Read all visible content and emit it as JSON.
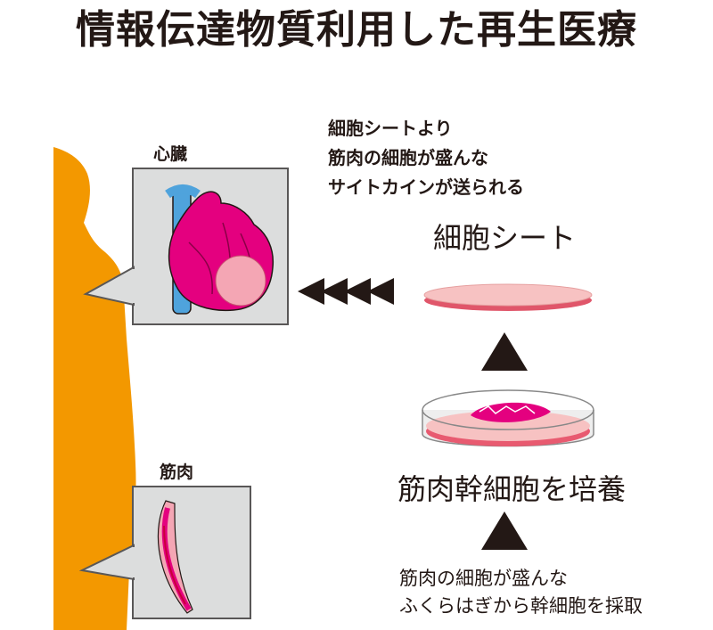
{
  "title": "情報伝達物質利用した再生医療",
  "heart_box": {
    "label": "心臓"
  },
  "muscle_box": {
    "label": "筋肉"
  },
  "sheet_note": [
    "細胞シートより",
    "筋肉の細胞が盛んな",
    "サイトカインが送られる"
  ],
  "cell_sheet_label": "細胞シート",
  "culture_label": "筋肉幹細胞を培養",
  "harvest_note": [
    "筋肉の細胞が盛んな",
    "ふくらはぎから幹細胞を採取"
  ],
  "colors": {
    "body": "#f39800",
    "heart": "#e4007f",
    "vessel": "#4fa3dc",
    "sheet": "#f7c2c2",
    "box_bg": "#dcdddd",
    "arrow": "#231815"
  },
  "icons": [
    "left-arrow-icon",
    "up-triangle-icon",
    "petri-dish-icon",
    "heart-icon",
    "muscle-icon",
    "human-silhouette-icon"
  ]
}
